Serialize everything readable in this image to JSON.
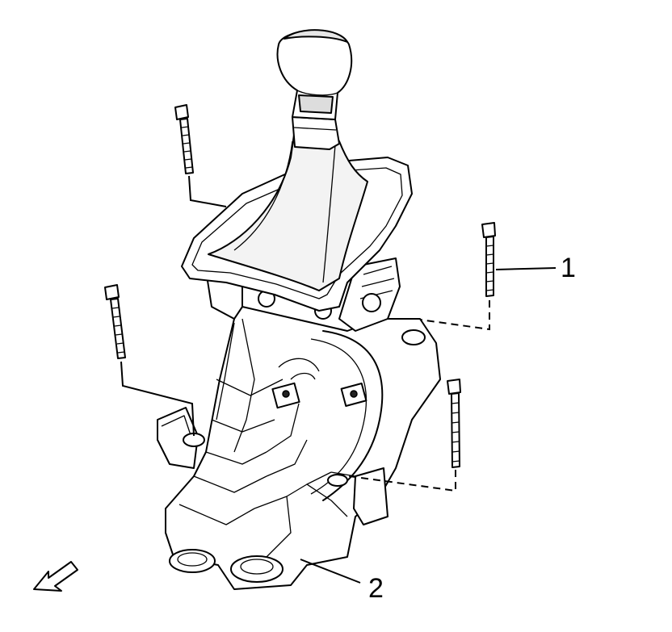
{
  "diagram": {
    "callouts": [
      {
        "id": "1",
        "text": "1",
        "target": "bolt"
      },
      {
        "id": "2",
        "text": "2",
        "target": "shifter-assembly"
      }
    ],
    "icons": {
      "front_arrow": "front-direction-arrow-icon"
    },
    "colors": {
      "line": "#000000",
      "background": "#ffffff",
      "shade": "#e6e6e6"
    }
  }
}
